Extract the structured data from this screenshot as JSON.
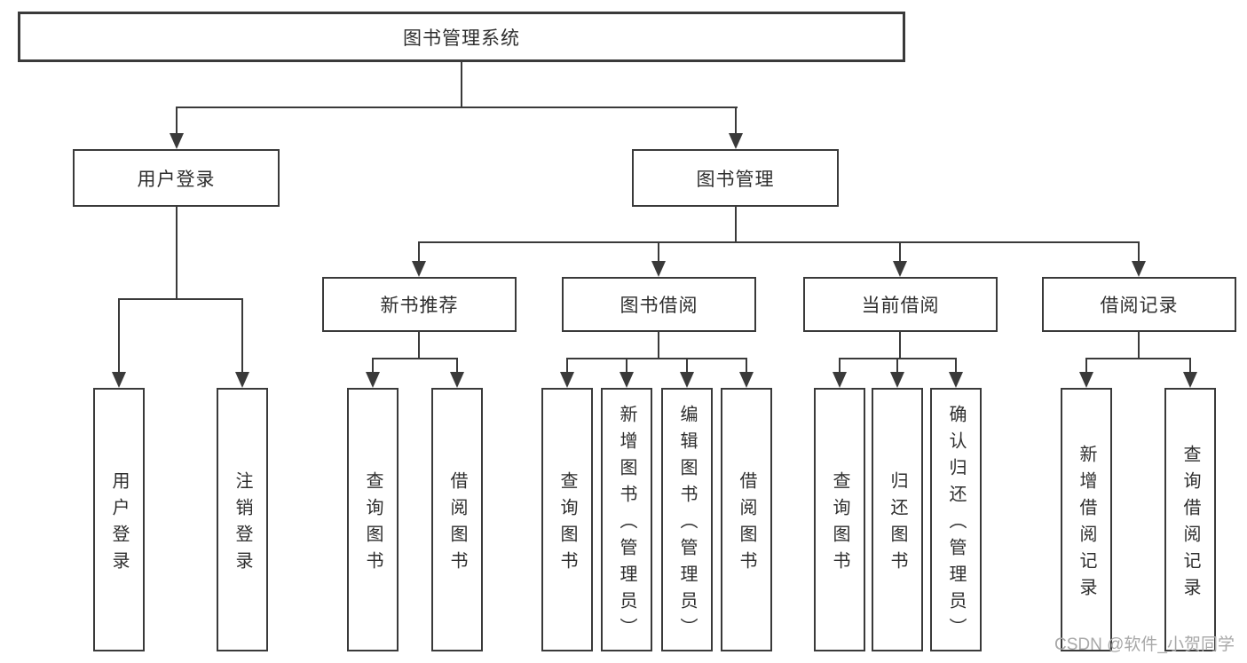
{
  "diagram": {
    "root": {
      "label": "图书管理系统"
    },
    "level2": [
      {
        "label": "用户登录"
      },
      {
        "label": "图书管理"
      }
    ],
    "level3": [
      {
        "label": "新书推荐",
        "parent": "图书管理"
      },
      {
        "label": "图书借阅",
        "parent": "图书管理"
      },
      {
        "label": "当前借阅",
        "parent": "图书管理"
      },
      {
        "label": "借阅记录",
        "parent": "图书管理"
      }
    ],
    "leaves": [
      {
        "parent": "用户登录",
        "label": "用户登录"
      },
      {
        "parent": "用户登录",
        "label": "注销登录"
      },
      {
        "parent": "新书推荐",
        "label": "查询图书"
      },
      {
        "parent": "新书推荐",
        "label": "借阅图书"
      },
      {
        "parent": "图书借阅",
        "label": "查询图书"
      },
      {
        "parent": "图书借阅",
        "label": "新增图书（管理员）"
      },
      {
        "parent": "图书借阅",
        "label": "编辑图书（管理员）"
      },
      {
        "parent": "图书借阅",
        "label": "借阅图书"
      },
      {
        "parent": "当前借阅",
        "label": "查询图书"
      },
      {
        "parent": "当前借阅",
        "label": "归还图书"
      },
      {
        "parent": "当前借阅",
        "label": "确认归还（管理员）"
      },
      {
        "parent": "借阅记录",
        "label": "新增借阅记录"
      },
      {
        "parent": "借阅记录",
        "label": "查询借阅记录"
      }
    ],
    "watermark": "CSDN @软件_小贺同学",
    "colors": {
      "line": "#3a3a3a",
      "text": "#2e2e2e",
      "watermark": "#a8a8a8",
      "background": "#ffffff"
    }
  }
}
